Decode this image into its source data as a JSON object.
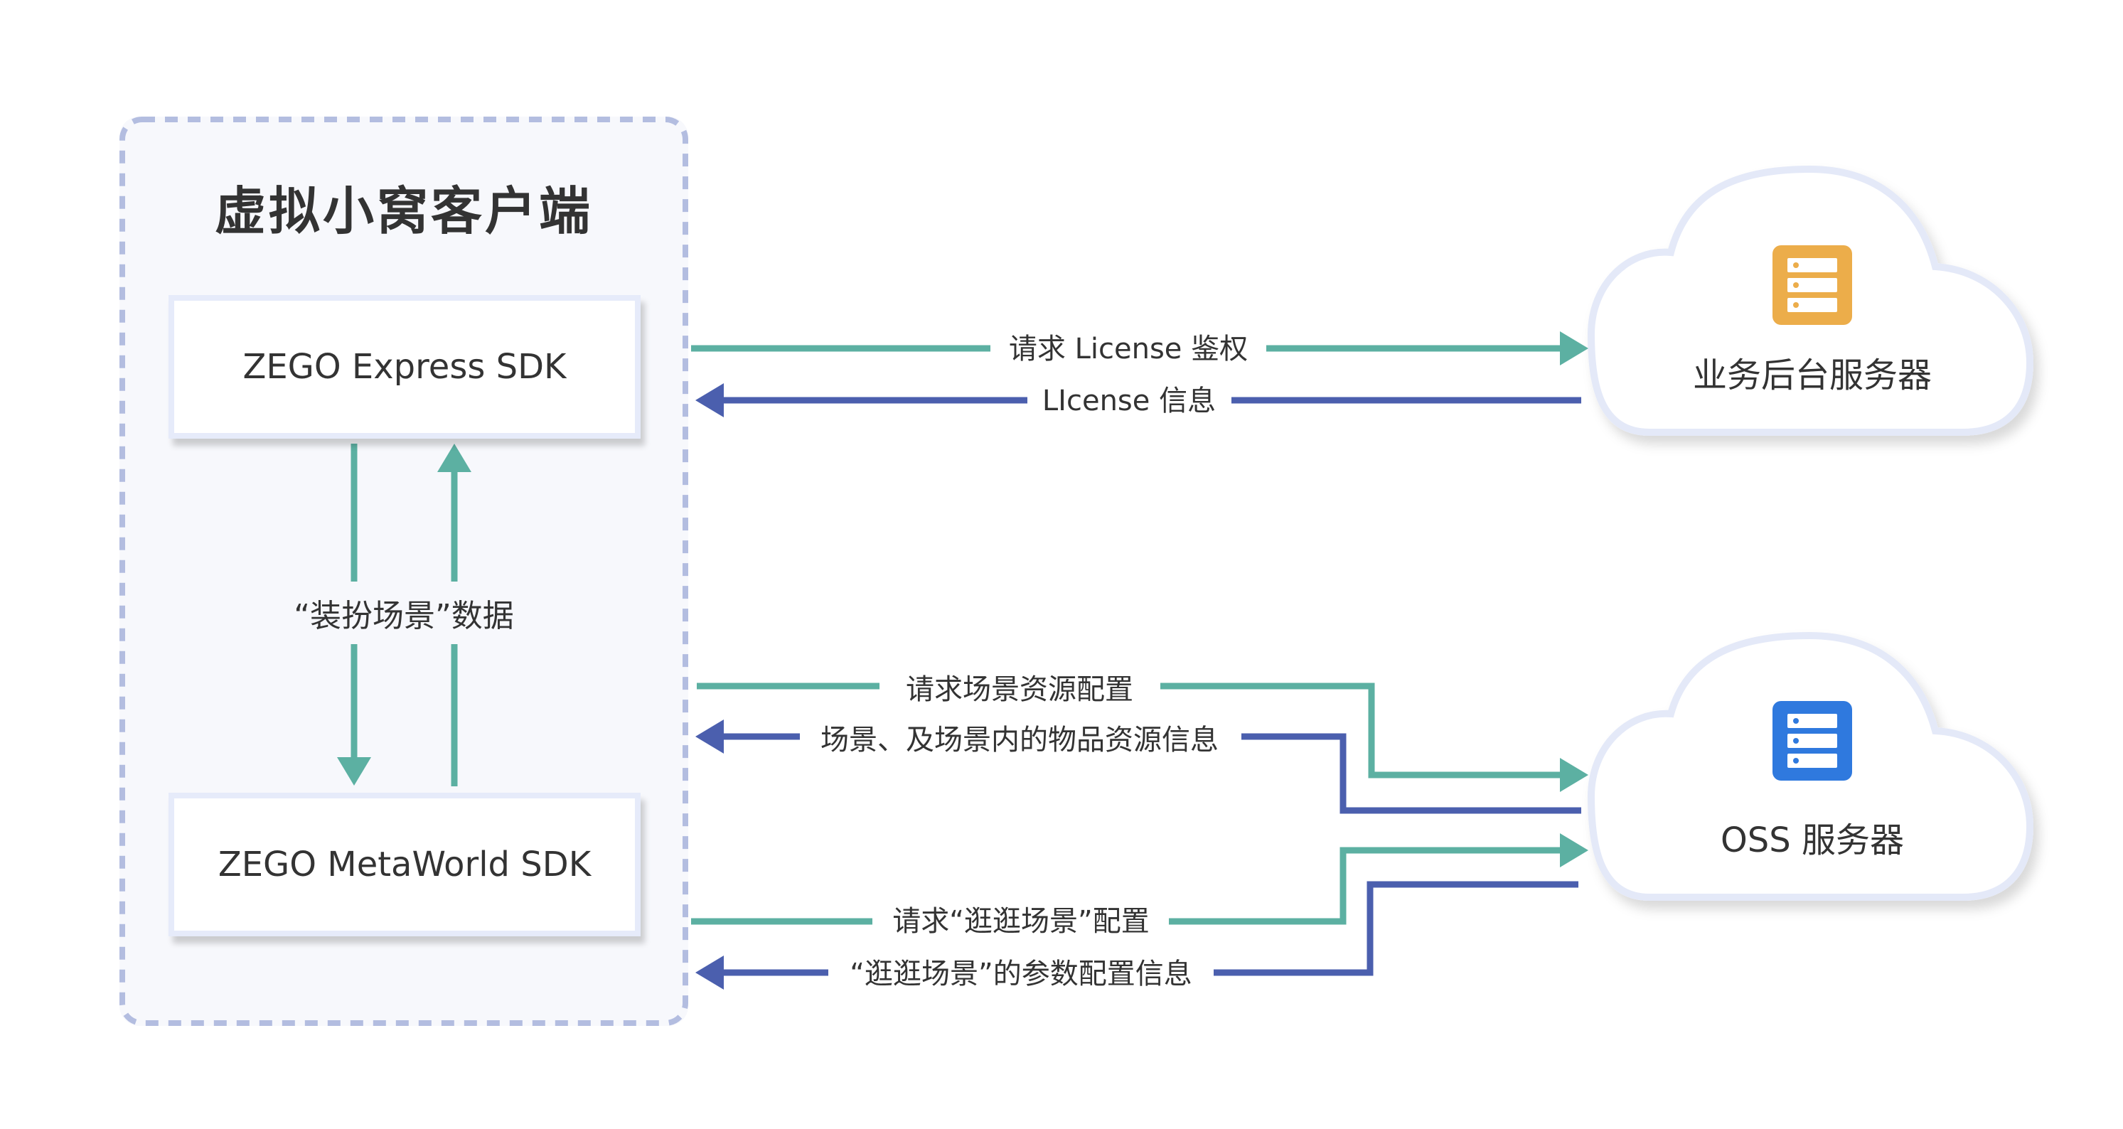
{
  "client": {
    "title": "虚拟小窝客户端",
    "express_sdk": "ZEGO Express SDK",
    "metaworld_sdk": "ZEGO MetaWorld SDK",
    "internal_flow_label": "“装扮场景”数据"
  },
  "servers": {
    "business": {
      "name": "业务后台服务器",
      "icon": "server-icon",
      "icon_color": "#ecad4a"
    },
    "oss": {
      "name": "OSS 服务器",
      "icon": "server-icon",
      "icon_color": "#2f79de"
    }
  },
  "flows": {
    "license_request": "请求 License 鉴权",
    "license_info": "LIcense 信息",
    "scene_resource_request": "请求场景资源配置",
    "scene_resource_info": "场景、及场景内的物品资源信息",
    "stroll_scene_request": "请求“逛逛场景”配置",
    "stroll_scene_info": "“逛逛场景”的参数配置信息"
  },
  "colors": {
    "request": "#5cb0a2",
    "response": "#4b5fae",
    "container_border": "#b3bde0",
    "cloud_border": "#e4e9f8"
  }
}
